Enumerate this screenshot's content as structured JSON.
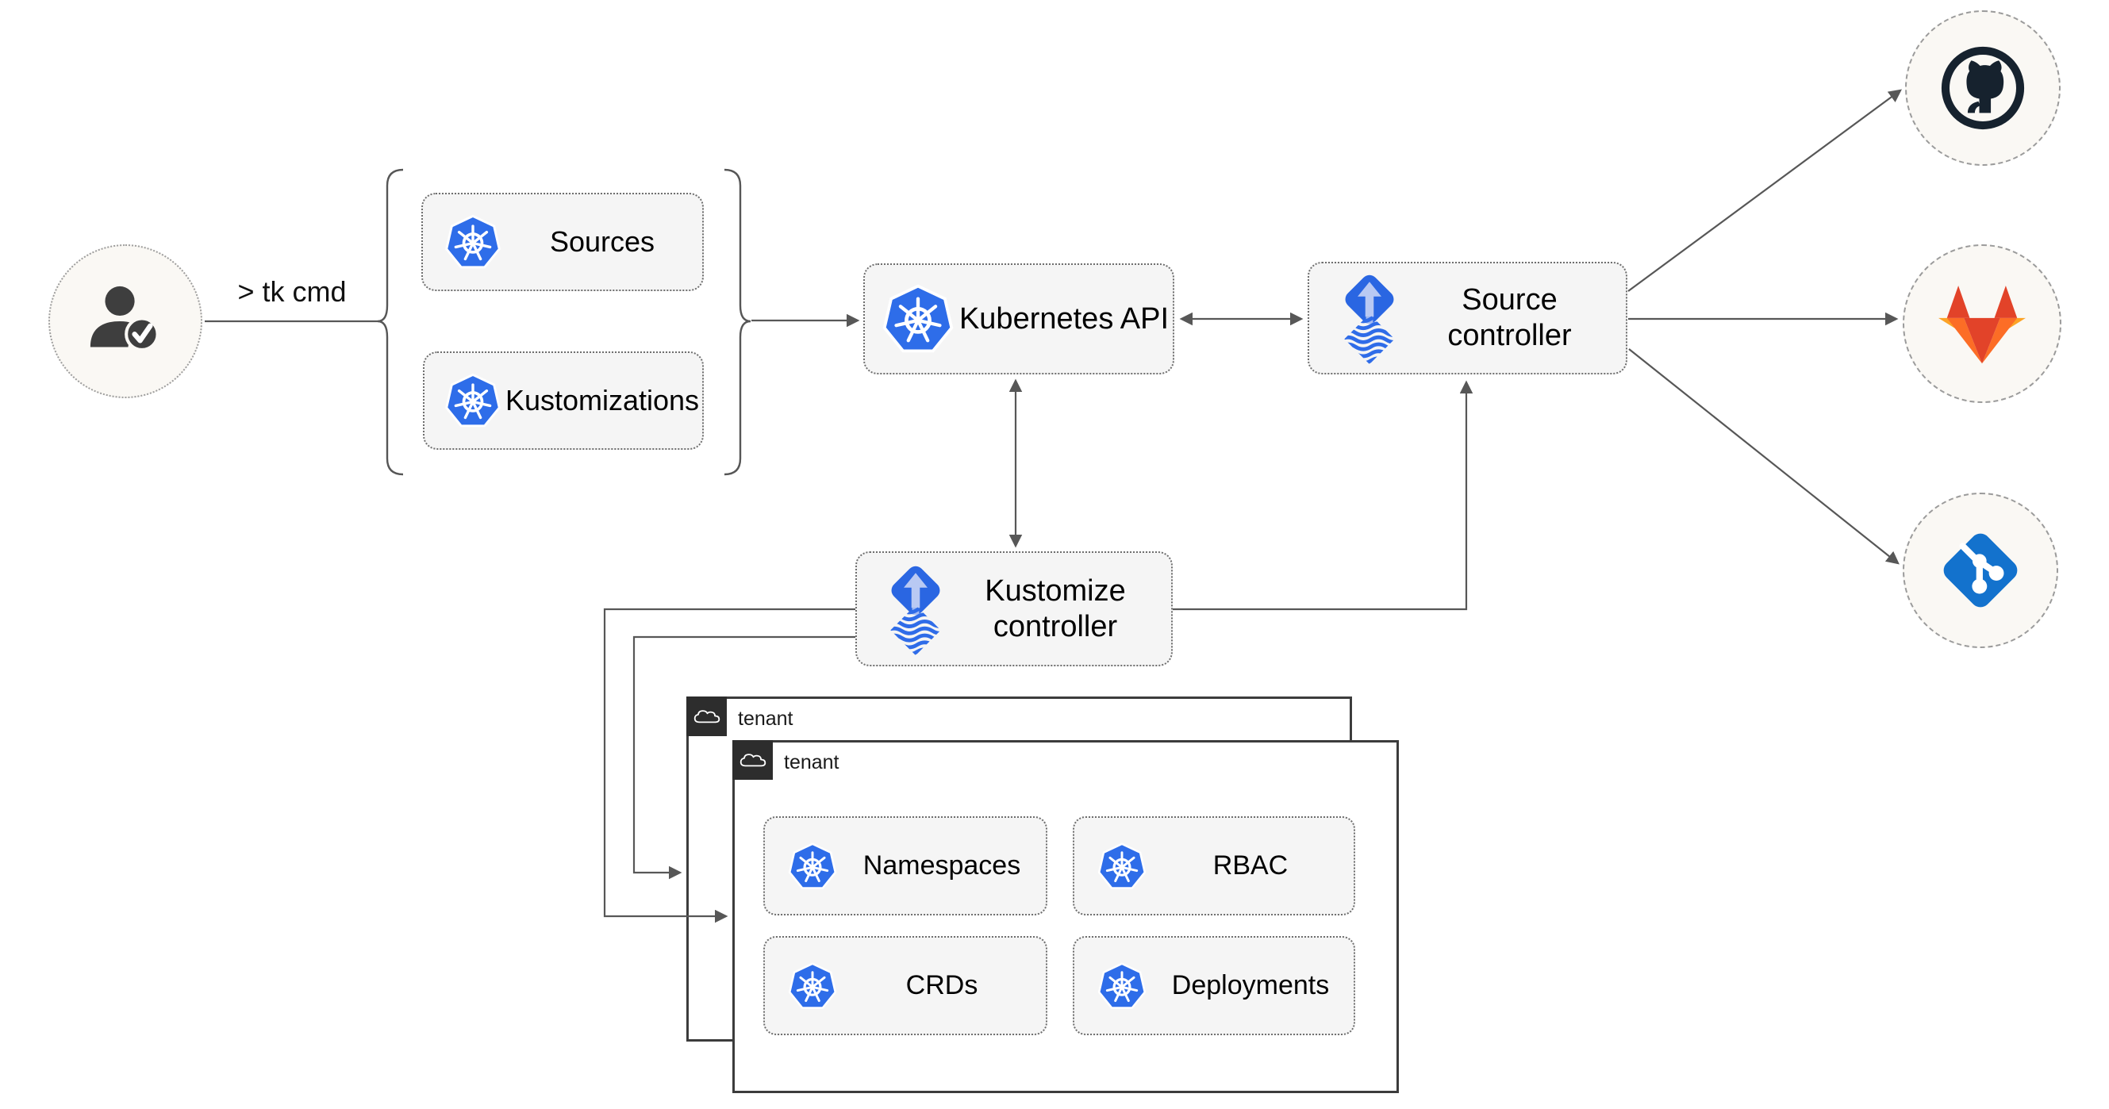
{
  "user": {
    "command_label": "> tk cmd"
  },
  "group": {
    "sources_label": "Sources",
    "kustomizations_label": "Kustomizations"
  },
  "kubernetes_api": {
    "label": "Kubernetes API"
  },
  "source_controller": {
    "label": "Source controller"
  },
  "kustomize_controller": {
    "label": "Kustomize controller"
  },
  "tenant_back": {
    "label": "tenant"
  },
  "tenant_front": {
    "label": "tenant",
    "resources": {
      "namespaces": "Namespaces",
      "rbac": "RBAC",
      "crds": "CRDs",
      "deployments": "Deployments"
    }
  },
  "icons": {
    "user": "user-check-icon",
    "kubernetes": "kubernetes-wheel-icon",
    "flux": "flux-controller-icon",
    "cloud": "cloud-icon",
    "github": "github-icon",
    "gitlab": "gitlab-icon",
    "git": "git-icon"
  },
  "colors": {
    "kubernetes_blue": "#2e6de9",
    "flux_blue": "#2a66e2",
    "flux_arrow_light": "#b9c9f3",
    "github_dark": "#16222e",
    "gitlab_red": "#e24329",
    "gitlab_orange": "#fc6d26",
    "gitlab_amber": "#fca326",
    "git_blue": "#1372cd",
    "connector_gray": "#575757",
    "node_fill": "#f5f5f5",
    "circle_fill": "#faf8f4",
    "tenant_tab_dark": "#2d2d2d"
  }
}
